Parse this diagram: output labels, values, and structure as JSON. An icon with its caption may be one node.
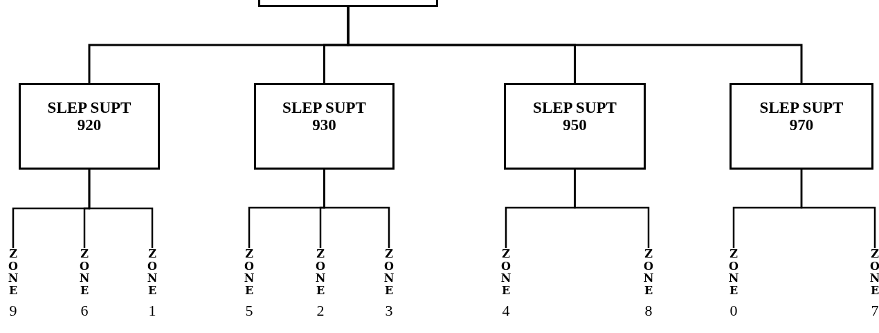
{
  "diagram": {
    "nodes": [
      {
        "text": [],
        "shape": "box"
      },
      {
        "text": [
          "SLEP SUPT 920"
        ]
      },
      {
        "text": [
          "SLEP SUPT 930"
        ]
      },
      {
        "text": [
          "SLEP SUPT 950"
        ]
      },
      {
        "text": [
          "SLEP SUPT 970"
        ]
      },
      {
        "text": [
          "ZONE",
          "9"
        ]
      },
      {
        "text": [
          "ZONE",
          "6"
        ]
      },
      {
        "text": [
          "ZONE",
          "1"
        ]
      },
      {
        "text": [
          "ZONE",
          "5"
        ]
      },
      {
        "text": [
          "ZONE",
          "2"
        ]
      },
      {
        "text": [
          "ZONE",
          "3"
        ]
      },
      {
        "text": [
          "ZONE",
          "4"
        ]
      },
      {
        "text": [
          "ZONE",
          "8"
        ]
      },
      {
        "text": [
          "ZONE",
          "0"
        ]
      },
      {
        "text": [
          "ZONE",
          "7"
        ]
      }
    ],
    "edges": [
      {
        "from": 0,
        "to": 1,
        "arrow": "none"
      },
      {
        "from": 0,
        "to": 2,
        "arrow": "none"
      },
      {
        "from": 0,
        "to": 3,
        "arrow": "none"
      },
      {
        "from": 0,
        "to": 4,
        "arrow": "none"
      },
      {
        "from": 1,
        "to": 5,
        "arrow": "none"
      },
      {
        "from": 1,
        "to": 6,
        "arrow": "none"
      },
      {
        "from": 1,
        "to": 7,
        "arrow": "none"
      },
      {
        "from": 2,
        "to": 8,
        "arrow": "none"
      },
      {
        "from": 2,
        "to": 9,
        "arrow": "none"
      },
      {
        "from": 2,
        "to": 10,
        "arrow": "none"
      },
      {
        "from": 3,
        "to": 11,
        "arrow": "none"
      },
      {
        "from": 3,
        "to": 12,
        "arrow": "none"
      },
      {
        "from": 4,
        "to": 13,
        "arrow": "none"
      },
      {
        "from": 4,
        "to": 14,
        "arrow": "none"
      }
    ]
  }
}
